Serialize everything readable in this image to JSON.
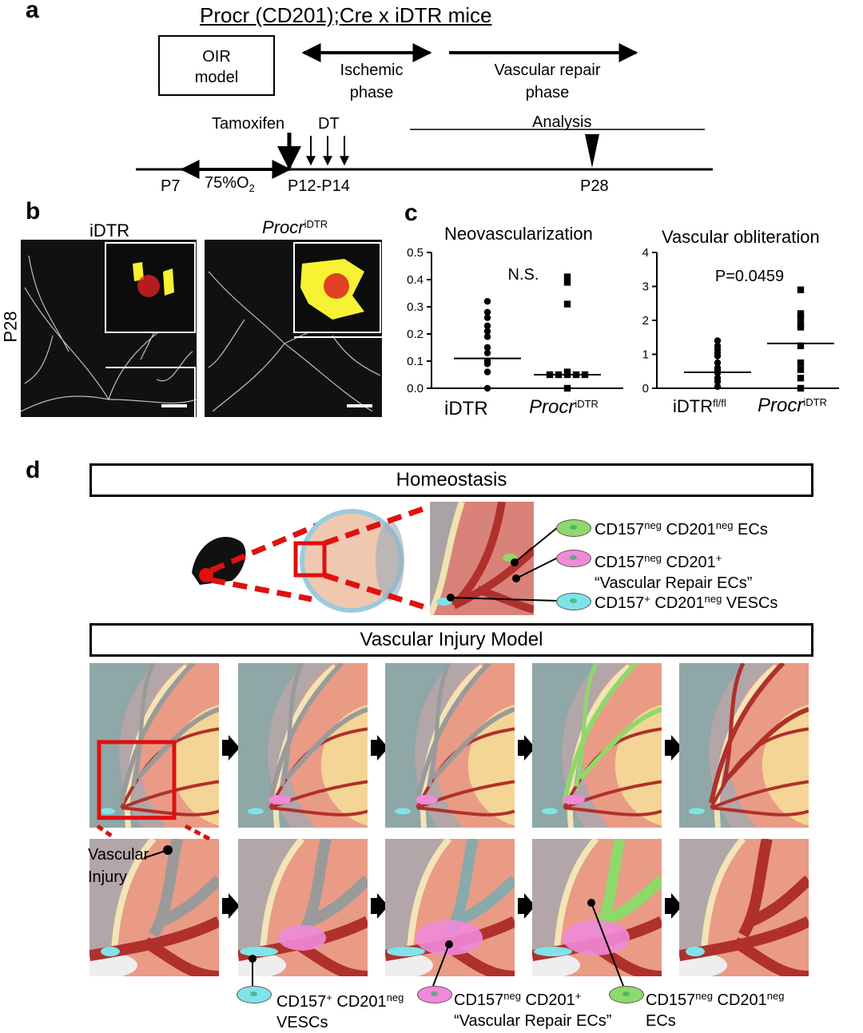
{
  "panel_a": {
    "label": "a",
    "title": "Procr (CD201);Cre x iDTR mice",
    "oir_box": "OIR model",
    "ischemic": "Ischemic phase",
    "repair": "Vascular repair phase",
    "tamoxifen": "Tamoxifen",
    "dt": "DT",
    "analysis": "Analysis",
    "p7": "P7",
    "o2": "75%O",
    "o2_sub": "2",
    "p12": "P12-P14",
    "p28": "P28"
  },
  "panel_b": {
    "label": "b",
    "left_title": "iDTR",
    "right_title_main": "Procr",
    "right_title_sup": "iDTR",
    "row_label": "P28"
  },
  "panel_c": {
    "label": "c",
    "charts": [
      {
        "title": "Neovascularization",
        "annotation": "N.S.",
        "ylim": [
          0,
          0.5
        ],
        "yticks": [
          "0.0",
          "0.1",
          "0.2",
          "0.3",
          "0.4",
          "0.5"
        ],
        "groups": [
          {
            "name": "iDTR",
            "sup": "",
            "marker": "circle",
            "values": [
              0.32,
              0.28,
              0.26,
              0.23,
              0.21,
              0.19,
              0.15,
              0.13,
              0.1,
              0.09,
              0.06,
              0.0
            ],
            "mean": 0.11
          },
          {
            "name": "Procr",
            "sup": "iDTR",
            "marker": "square",
            "values": [
              0.41,
              0.39,
              0.31,
              0.06,
              0.05,
              0.05,
              0.05,
              0.05,
              0.05,
              0.0
            ],
            "mean": 0.05
          }
        ]
      },
      {
        "title": "Vascular obliteration",
        "annotation": "P=0.0459",
        "ylim": [
          0,
          4
        ],
        "yticks": [
          "0",
          "1",
          "2",
          "3",
          "4"
        ],
        "groups": [
          {
            "name": "iDTR",
            "sup": "fl/fl",
            "marker": "circle",
            "values": [
              1.4,
              1.25,
              1.15,
              1.05,
              0.95,
              0.75,
              0.6,
              0.55,
              0.5,
              0.45,
              0.3,
              0.2,
              0.05
            ],
            "mean": 0.47
          },
          {
            "name": "Procr",
            "sup": "iDTR",
            "marker": "square",
            "values": [
              2.9,
              2.2,
              2.1,
              1.9,
              1.8,
              1.25,
              0.75,
              0.55,
              0.3,
              0.0
            ],
            "mean": 1.32
          }
        ]
      }
    ]
  },
  "panel_d": {
    "label": "d",
    "homeostasis": "Homeostasis",
    "injury_model": "Vascular Injury Model",
    "legend_green": "CD157",
    "legend_green_s1": "neg",
    "legend_green_b": " CD201",
    "legend_green_s2": "neg",
    "legend_green_c": " ECs",
    "legend_pink": "CD157",
    "legend_pink_s1": "neg",
    "legend_pink_b": " CD201",
    "legend_pink_s2": "+",
    "legend_pink_line2": "“Vascular Repair ECs”",
    "legend_cyan": "CD157",
    "legend_cyan_s1": "+",
    "legend_cyan_b": " CD201",
    "legend_cyan_s2": "neg",
    "legend_cyan_c": " VESCs",
    "injury_label_1": "Vascular",
    "injury_label_2": "Injury",
    "bottom_cyan_1": "CD157",
    "bottom_cyan_s1": "+",
    "bottom_cyan_b": " CD201",
    "bottom_cyan_s2": "neg",
    "bottom_cyan_2": "VESCs",
    "bottom_pink_1": "CD157",
    "bottom_pink_s1": "neg",
    "bottom_pink_b": " CD201",
    "bottom_pink_s2": "+",
    "bottom_pink_2": "“Vascular Repair ECs”",
    "bottom_green_1": "CD157",
    "bottom_green_s1": "neg",
    "bottom_green_b": " CD201",
    "bottom_green_s2": "neg",
    "bottom_green_2": "ECs"
  },
  "colors": {
    "cyan": "#7fe3ea",
    "pink": "#f08ad8",
    "green": "#8fd86a",
    "vessel": "#b0302c",
    "injury_red": "#e01010",
    "yellow": "#f7f233"
  }
}
